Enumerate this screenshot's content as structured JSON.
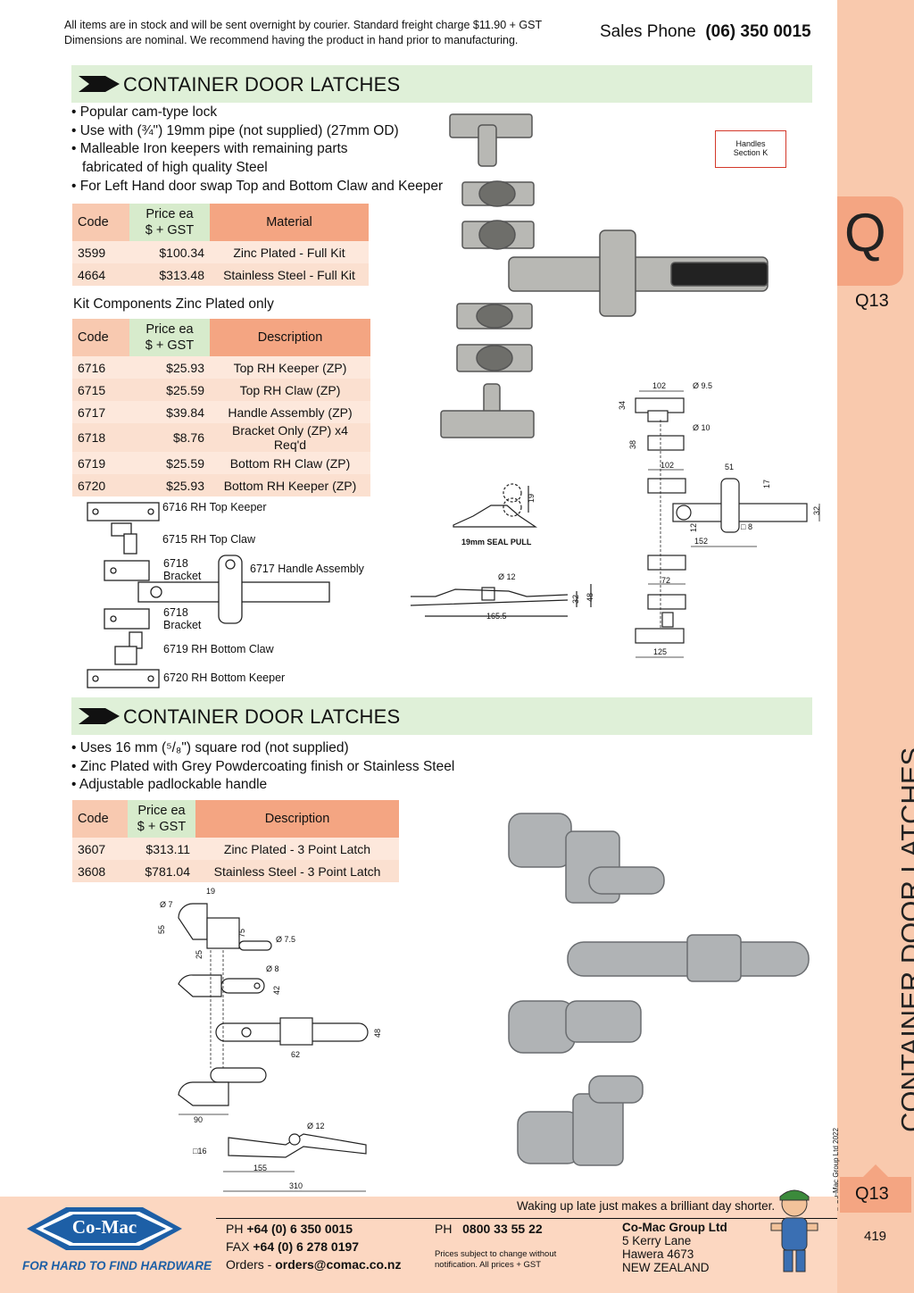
{
  "header": {
    "note_line1": "All items are in stock and will be sent overnight by courier. Standard freight charge $11.90 + GST",
    "note_line2": "Dimensions are nominal. We recommend having the product in hand prior to manufacturing.",
    "sales_label": "Sales Phone",
    "sales_phone": "(06) 350 0015"
  },
  "sidebar": {
    "letter": "Q",
    "code_top": "Q13",
    "vertical_title": "CONTAINER DOOR LATCHES",
    "copyright": "© Co-Mac Group Ltd 2022",
    "code_bottom": "Q13",
    "page_number": "419"
  },
  "section1": {
    "title": "CONTAINER DOOR LATCHES",
    "bullets": [
      "• Popular cam-type lock",
      "• Use with (¾\") 19mm pipe (not  supplied) (27mm OD)",
      "• Malleable Iron keepers with remaining parts",
      "  fabricated of high quality Steel",
      "• For Left Hand door swap Top and Bottom Claw and Keeper"
    ],
    "handles_ref_line1": "Handles",
    "handles_ref_line2": "Section K",
    "table1": {
      "headers": {
        "code": "Code",
        "price_line1": "Price ea",
        "price_line2": "$ + GST",
        "desc": "Material"
      },
      "rows": [
        {
          "code": "3599",
          "price": "$100.34",
          "desc": "Zinc Plated - Full Kit"
        },
        {
          "code": "4664",
          "price": "$313.48",
          "desc": "Stainless Steel - Full Kit"
        }
      ]
    },
    "kit_title": "Kit Components Zinc Plated only",
    "table2": {
      "headers": {
        "code": "Code",
        "price_line1": "Price ea",
        "price_line2": "$ + GST",
        "desc": "Description"
      },
      "rows": [
        {
          "code": "6716",
          "price": "$25.93",
          "desc": "Top RH Keeper (ZP)"
        },
        {
          "code": "6715",
          "price": "$25.59",
          "desc": "Top RH Claw (ZP)"
        },
        {
          "code": "6717",
          "price": "$39.84",
          "desc": "Handle Assembly (ZP)"
        },
        {
          "code": "6718",
          "price": "$8.76",
          "desc": "Bracket Only (ZP) x4 Req'd"
        },
        {
          "code": "6719",
          "price": "$25.59",
          "desc": "Bottom RH Claw (ZP)"
        },
        {
          "code": "6720",
          "price": "$25.93",
          "desc": "Bottom RH Keeper (ZP)"
        }
      ]
    },
    "diagram_labels": {
      "l6716": "6716 RH Top Keeper",
      "l6715": "6715 RH Top Claw",
      "l6718a_1": "6718",
      "l6718a_2": "Bracket",
      "l6717": "6717 Handle Assembly",
      "l6718b_1": "6718",
      "l6718b_2": "Bracket",
      "l6719": "6719 RH Bottom Claw",
      "l6720": "6720 RH Bottom Keeper",
      "seal_pull": "19mm SEAL PULL"
    },
    "dims": [
      "102",
      "Ø 9.5",
      "34",
      "Ø 10",
      "38",
      "102",
      "51",
      "17",
      "32",
      "12",
      "8",
      "152",
      "72",
      "125",
      "19",
      "Ø 12",
      "32",
      "48",
      "165.5"
    ]
  },
  "section2": {
    "title": "CONTAINER DOOR LATCHES",
    "bullets": [
      "• Uses 16 mm (⁵/₈\") square rod (not supplied)",
      "• Zinc Plated with Grey Powdercoating finish or Stainless Steel",
      "• Adjustable padlockable handle"
    ],
    "table": {
      "headers": {
        "code": "Code",
        "price_line1": "Price ea",
        "price_line2": "$ + GST",
        "desc": "Description"
      },
      "rows": [
        {
          "code": "3607",
          "price": "$313.11",
          "desc": "Zinc Plated - 3 Point Latch"
        },
        {
          "code": "3608",
          "price": "$781.04",
          "desc": "Stainless Steel - 3 Point Latch"
        }
      ]
    },
    "dims": [
      "19",
      "Ø 7",
      "55",
      "75",
      "25",
      "Ø 7.5",
      "Ø 8",
      "42",
      "48",
      "62",
      "90",
      "Ø 12",
      "16",
      "155",
      "310"
    ]
  },
  "footer": {
    "tagline": "Waking up late just makes a brilliant day shorter.",
    "ph_label": "PH",
    "ph": "+64 (0) 6 350 0015",
    "fax_label": "FAX",
    "fax": "+64 (0) 6 278 0197",
    "orders_label": "Orders -",
    "orders": "orders@comac.co.nz",
    "ph2_label": "PH",
    "ph2": "0800 33 55 22",
    "small1": "Prices subject to change without",
    "small2": "notification. All prices + GST",
    "company": "Co-Mac Group Ltd",
    "addr1": "5 Kerry Lane",
    "addr2": "Hawera 4673",
    "addr3": "NEW ZEALAND",
    "logo_text": "Co-Mac",
    "logo_tag": "FOR HARD TO FIND HARDWARE"
  },
  "colors": {
    "section_bar": "#dff0d8",
    "sidebar": "#f9c9ad",
    "tab": "#f4a582",
    "code_head": "#f8c9b0",
    "price_head": "#d7ebcc",
    "logo_blue": "#1d5fa6"
  }
}
